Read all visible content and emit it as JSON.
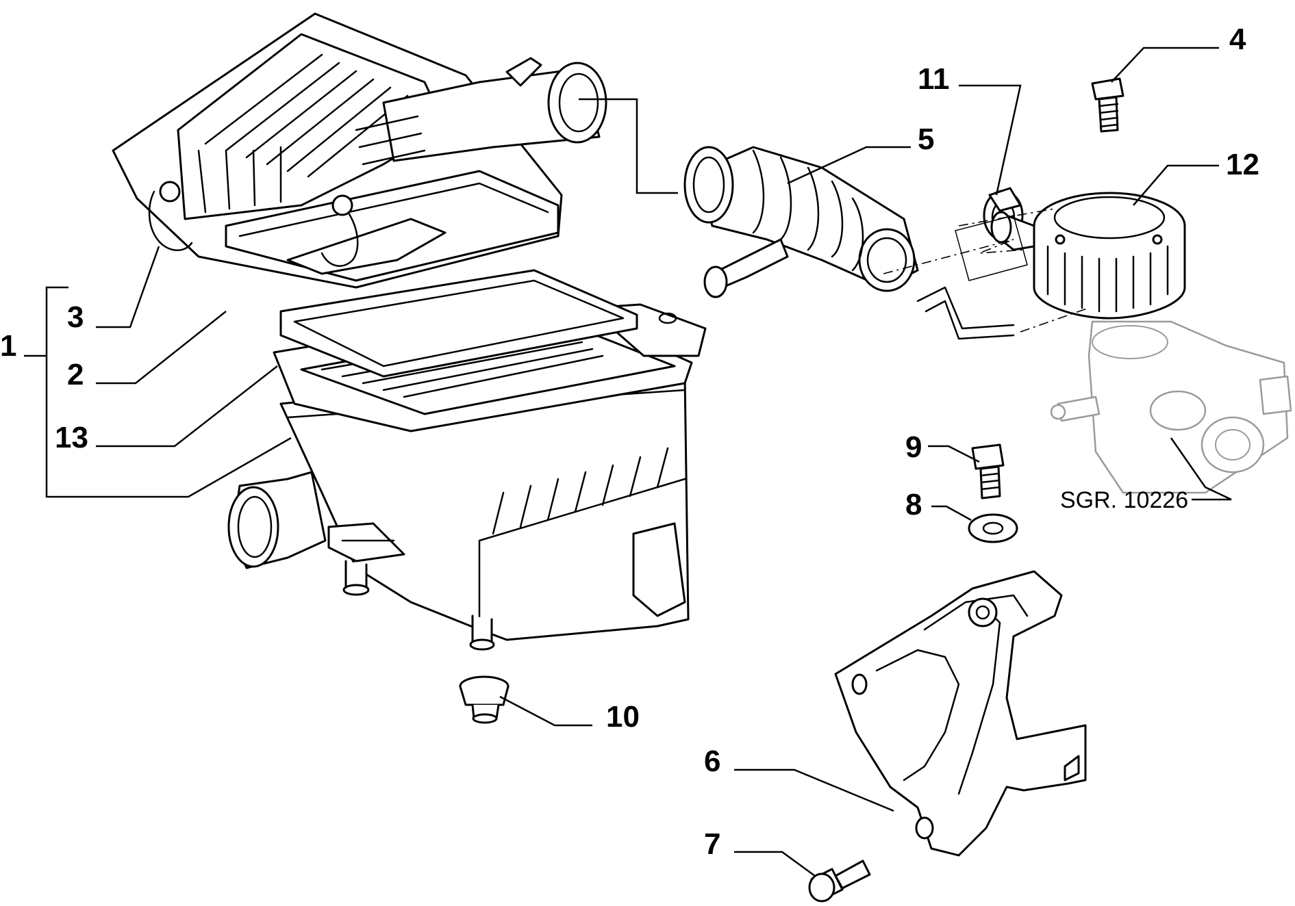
{
  "callouts": {
    "c1": "1",
    "c2": "2",
    "c3": "3",
    "c4": "4",
    "c5": "5",
    "c6": "6",
    "c7": "7",
    "c8": "8",
    "c9": "9",
    "c10": "10",
    "c11": "11",
    "c12": "12",
    "c13": "13"
  },
  "reference": "SGR. 10226"
}
